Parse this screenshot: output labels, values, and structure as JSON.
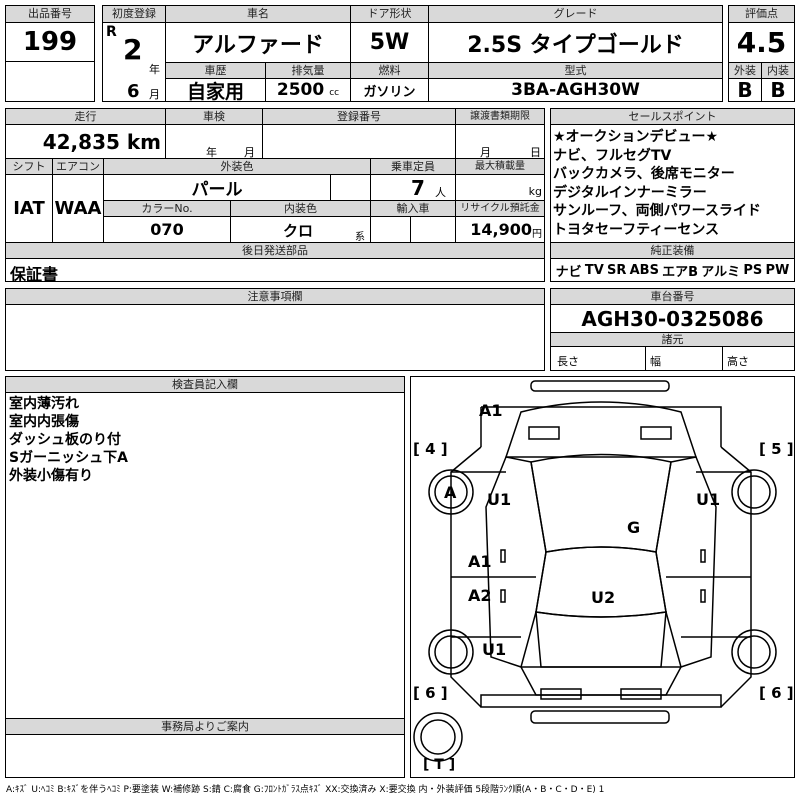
{
  "lot": {
    "label": "出品番号",
    "value": "199"
  },
  "first_reg": {
    "label": "初度登録",
    "era": "R",
    "year": "2",
    "year_unit": "年",
    "month": "6",
    "month_unit": "月"
  },
  "car_name": {
    "label": "車名",
    "value": "アルファード"
  },
  "door": {
    "label": "ドア形状",
    "value": "5W"
  },
  "grade": {
    "label": "グレード",
    "value": "2.5S タイプゴールド"
  },
  "score": {
    "label": "評価点",
    "value": "4.5",
    "ext_label": "外装",
    "int_label": "内装",
    "ext": "B",
    "int": "B"
  },
  "history": {
    "label": "車歴",
    "value": "自家用"
  },
  "displacement": {
    "label": "排気量",
    "value": "2500",
    "unit": "cc"
  },
  "fuel": {
    "label": "燃料",
    "value": "ガソリン"
  },
  "model": {
    "label": "型式",
    "value": "3BA-AGH30W"
  },
  "mileage": {
    "label": "走行",
    "value": "42,835 km"
  },
  "inspection": {
    "label": "車検",
    "year_unit": "年",
    "month_unit": "月"
  },
  "reg_no": {
    "label": "登録番号"
  },
  "transfer": {
    "label": "譲渡書類期限",
    "month_unit": "月",
    "day_unit": "日"
  },
  "shift": {
    "label": "シフト",
    "value": "IAT"
  },
  "ac": {
    "label": "エアコン",
    "value": "WAA"
  },
  "ext_color": {
    "label": "外装色",
    "value": "パール"
  },
  "capacity": {
    "label": "乗車定員",
    "value": "7",
    "unit": "人"
  },
  "max_load": {
    "label": "最大積載量",
    "unit": "kg"
  },
  "color_no": {
    "label": "カラーNo.",
    "value": "070"
  },
  "int_color": {
    "label": "内装色",
    "value": "クロ",
    "unit": "系"
  },
  "import": {
    "label": "輸入車"
  },
  "recycle": {
    "label": "リサイクル預託金",
    "value": "14,900",
    "unit": "円"
  },
  "later_parts": {
    "label": "後日発送部品",
    "value": "保証書"
  },
  "sale_points": {
    "label": "セールスポイント",
    "lines": [
      "★オークションデビュー★",
      "ナビ、フルセグTV",
      "バックカメラ、後席モニター",
      "デジタルインナーミラー",
      "サンルーフ、両側パワースライド",
      "トヨタセーフティーセンス"
    ]
  },
  "equipment": {
    "label": "純正装備",
    "items": [
      "ナビ",
      "TV",
      "SR",
      "ABS",
      "エアB",
      "アルミ",
      "PS",
      "PW"
    ]
  },
  "notes": {
    "label": "注意事項欄"
  },
  "chassis": {
    "label": "車台番号",
    "value": "AGH30-0325086"
  },
  "specs": {
    "label": "諸元",
    "length": "長さ",
    "width": "幅",
    "height": "高さ"
  },
  "inspector": {
    "label": "検査員記入欄",
    "lines": [
      "室内薄汚れ",
      "室内内張傷",
      "ダッシュ板のり付",
      "Sガーニッシュ下A",
      "外装小傷有り"
    ]
  },
  "office": {
    "label": "事務局よりご案内"
  },
  "diagram": {
    "marks": {
      "a1_top": "A1",
      "b4": "[ 4 ]",
      "b5": "[ 5 ]",
      "a_wheel": "A",
      "u1_left": "U1",
      "u1_right": "U1",
      "g": "G",
      "a1_side": "A1",
      "a2_side": "A2",
      "u2": "U2",
      "u1_rear": "U1",
      "b6_left": "[ 6 ]",
      "b6_right": "[ 6 ]",
      "t": "[ T ]"
    }
  },
  "legend": "A:ｷｽﾞ U:ﾍｺﾐ B:ｷｽﾞを伴うﾍｺﾐ P:要塗装 W:補修跡 S:錆 C:腐食 G:ﾌﾛﾝﾄｶﾞﾗｽ点ｷｽﾞ XX:交換済み X:要交換 内・外装評価 5段階ﾗﾝｸ順(A・B・C・D・E) 1"
}
